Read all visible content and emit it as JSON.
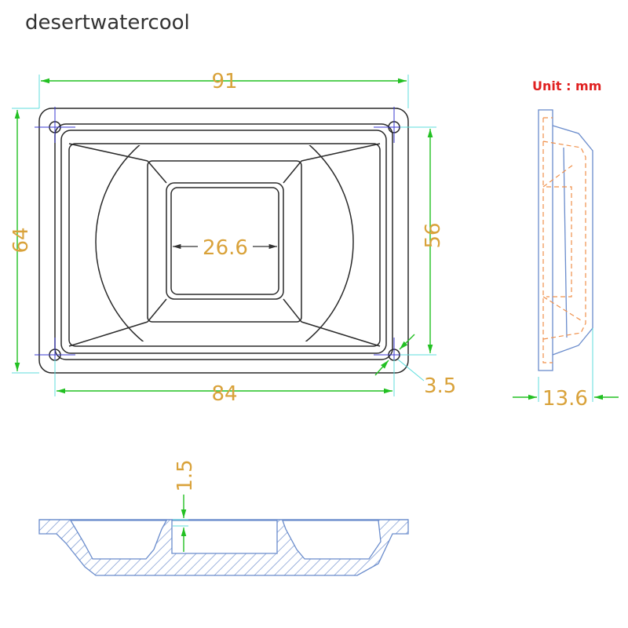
{
  "brand": "desertwatercool",
  "unit_label": "Unit : mm",
  "dimensions": {
    "overall_width": "91",
    "overall_height": "64",
    "hole_spacing_vertical": "56",
    "hole_spacing_horizontal": "84",
    "hole_diameter": "3.5",
    "window_width": "26.6",
    "depth": "13.6",
    "wall_thickness": "1.5"
  },
  "colors": {
    "dimension_text": "#d9a23a",
    "dimension_line": "#22c022",
    "unit_text": "#e02020",
    "part_outline": "#6a8ccc"
  }
}
